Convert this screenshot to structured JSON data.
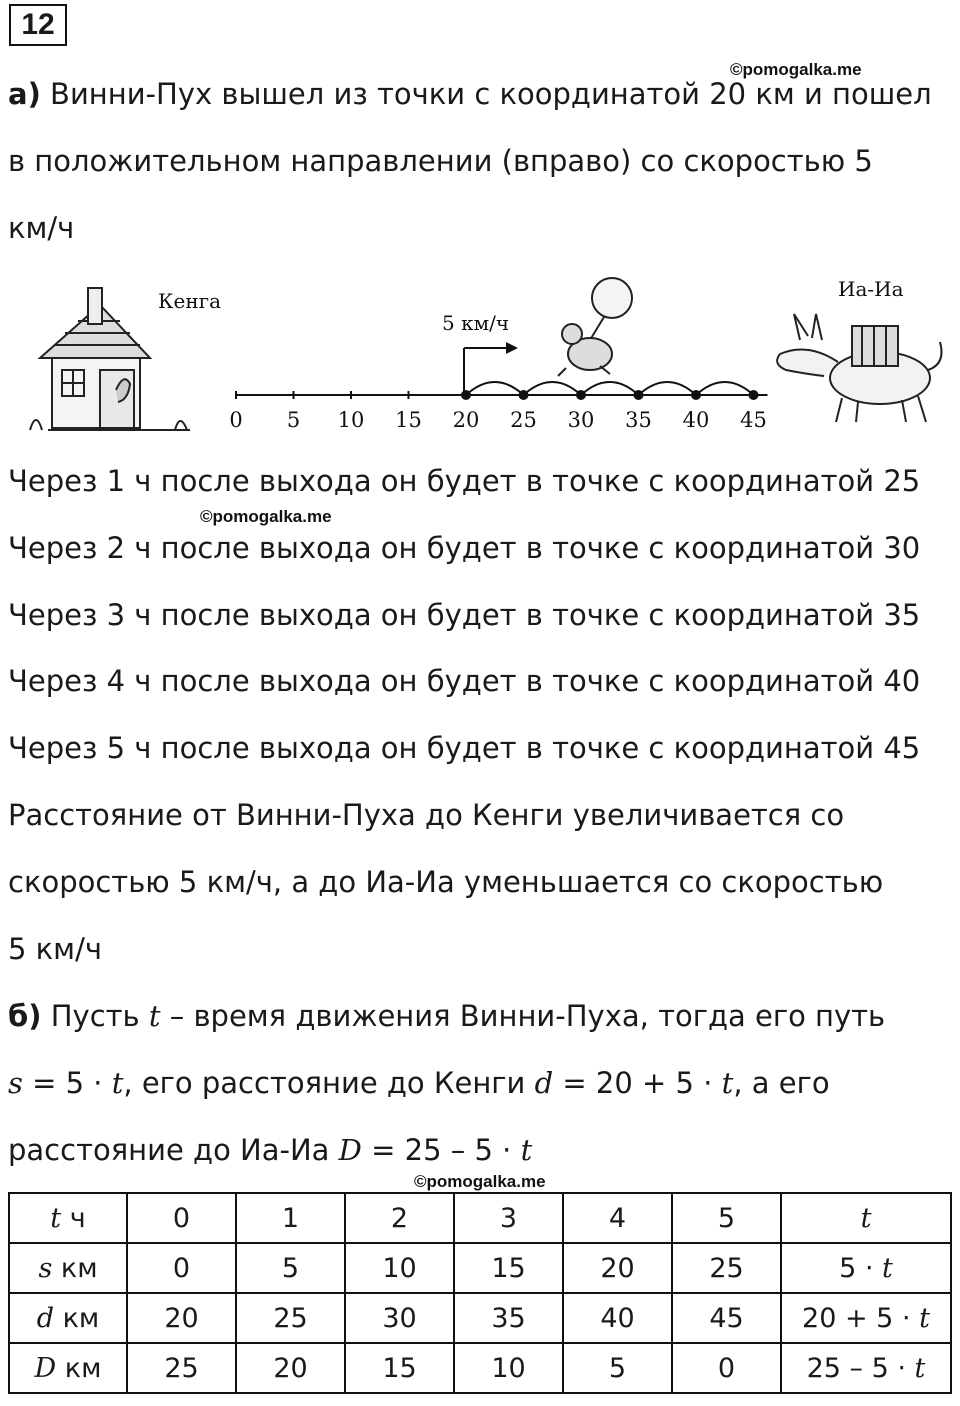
{
  "task_number": "12",
  "watermarks": [
    "©pomogalka.me",
    "©pomogalka.me",
    "©pomogalka.me"
  ],
  "part_a": {
    "label": "а)",
    "lines": [
      "Винни-Пух вышел из точки с координатой 20 км и пошел",
      "в положительном направлении (вправо) со скоростью 5",
      "км/ч"
    ]
  },
  "figure": {
    "label_kenga": "Кенга",
    "label_ia": "Иа-Иа",
    "speed_label": "5 км/ч",
    "ticks": [
      "0",
      "5",
      "10",
      "15",
      "20",
      "25",
      "30",
      "35",
      "40",
      "45"
    ],
    "start_value": 20,
    "step": 5,
    "hours": 5
  },
  "positions": [
    "Через 1 ч после выхода он будет в точке с координатой 25",
    "Через 2 ч после выхода он будет в точке с координатой 30",
    "Через 3 ч после выхода он будет в точке с координатой 35",
    "Через 4 ч после выхода он будет в точке с координатой 40",
    "Через 5 ч после выхода он будет в точке с координатой 45"
  ],
  "conclusion": [
    "Расстояние от Винни-Пуха до Кенги увеличивается со",
    "скоростью 5 км/ч, а до Иа-Иа уменьшается со скоростью",
    "5 км/ч"
  ],
  "part_b": {
    "label": "б)",
    "line1": {
      "pre": "Пусть ",
      "var": "t",
      "post": " – время движения Винни-Пуха, тогда его путь"
    },
    "line2": {
      "s_var": "s",
      "s_expr": " = 5 ⋅ ",
      "t1": "t",
      "mid": ", его расстояние до Кенги ",
      "d_var": "d",
      "d_expr": " = 20 + 5 ⋅ ",
      "t2": "t",
      "tail": ", а его"
    },
    "line3": {
      "pre": "расстояние до Иа-Иа ",
      "D_var": "D",
      "expr": " = 25 – 5 ⋅ ",
      "t": "t"
    }
  },
  "table": {
    "rows": [
      {
        "var": "t",
        "unit": " ч",
        "values": [
          "0",
          "1",
          "2",
          "3",
          "4",
          "5"
        ],
        "formula_pre": "",
        "formula_var": "t"
      },
      {
        "var": "s",
        "unit": " км",
        "values": [
          "0",
          "5",
          "10",
          "15",
          "20",
          "25"
        ],
        "formula_pre": "5 ⋅ ",
        "formula_var": "t"
      },
      {
        "var": "d",
        "unit": " км",
        "values": [
          "20",
          "25",
          "30",
          "35",
          "40",
          "45"
        ],
        "formula_pre": "20 + 5 ⋅ ",
        "formula_var": "t"
      },
      {
        "var": "D",
        "unit": " км",
        "values": [
          "25",
          "20",
          "15",
          "10",
          "5",
          "0"
        ],
        "formula_pre": "25 – 5 ⋅ ",
        "formula_var": "t"
      }
    ]
  }
}
